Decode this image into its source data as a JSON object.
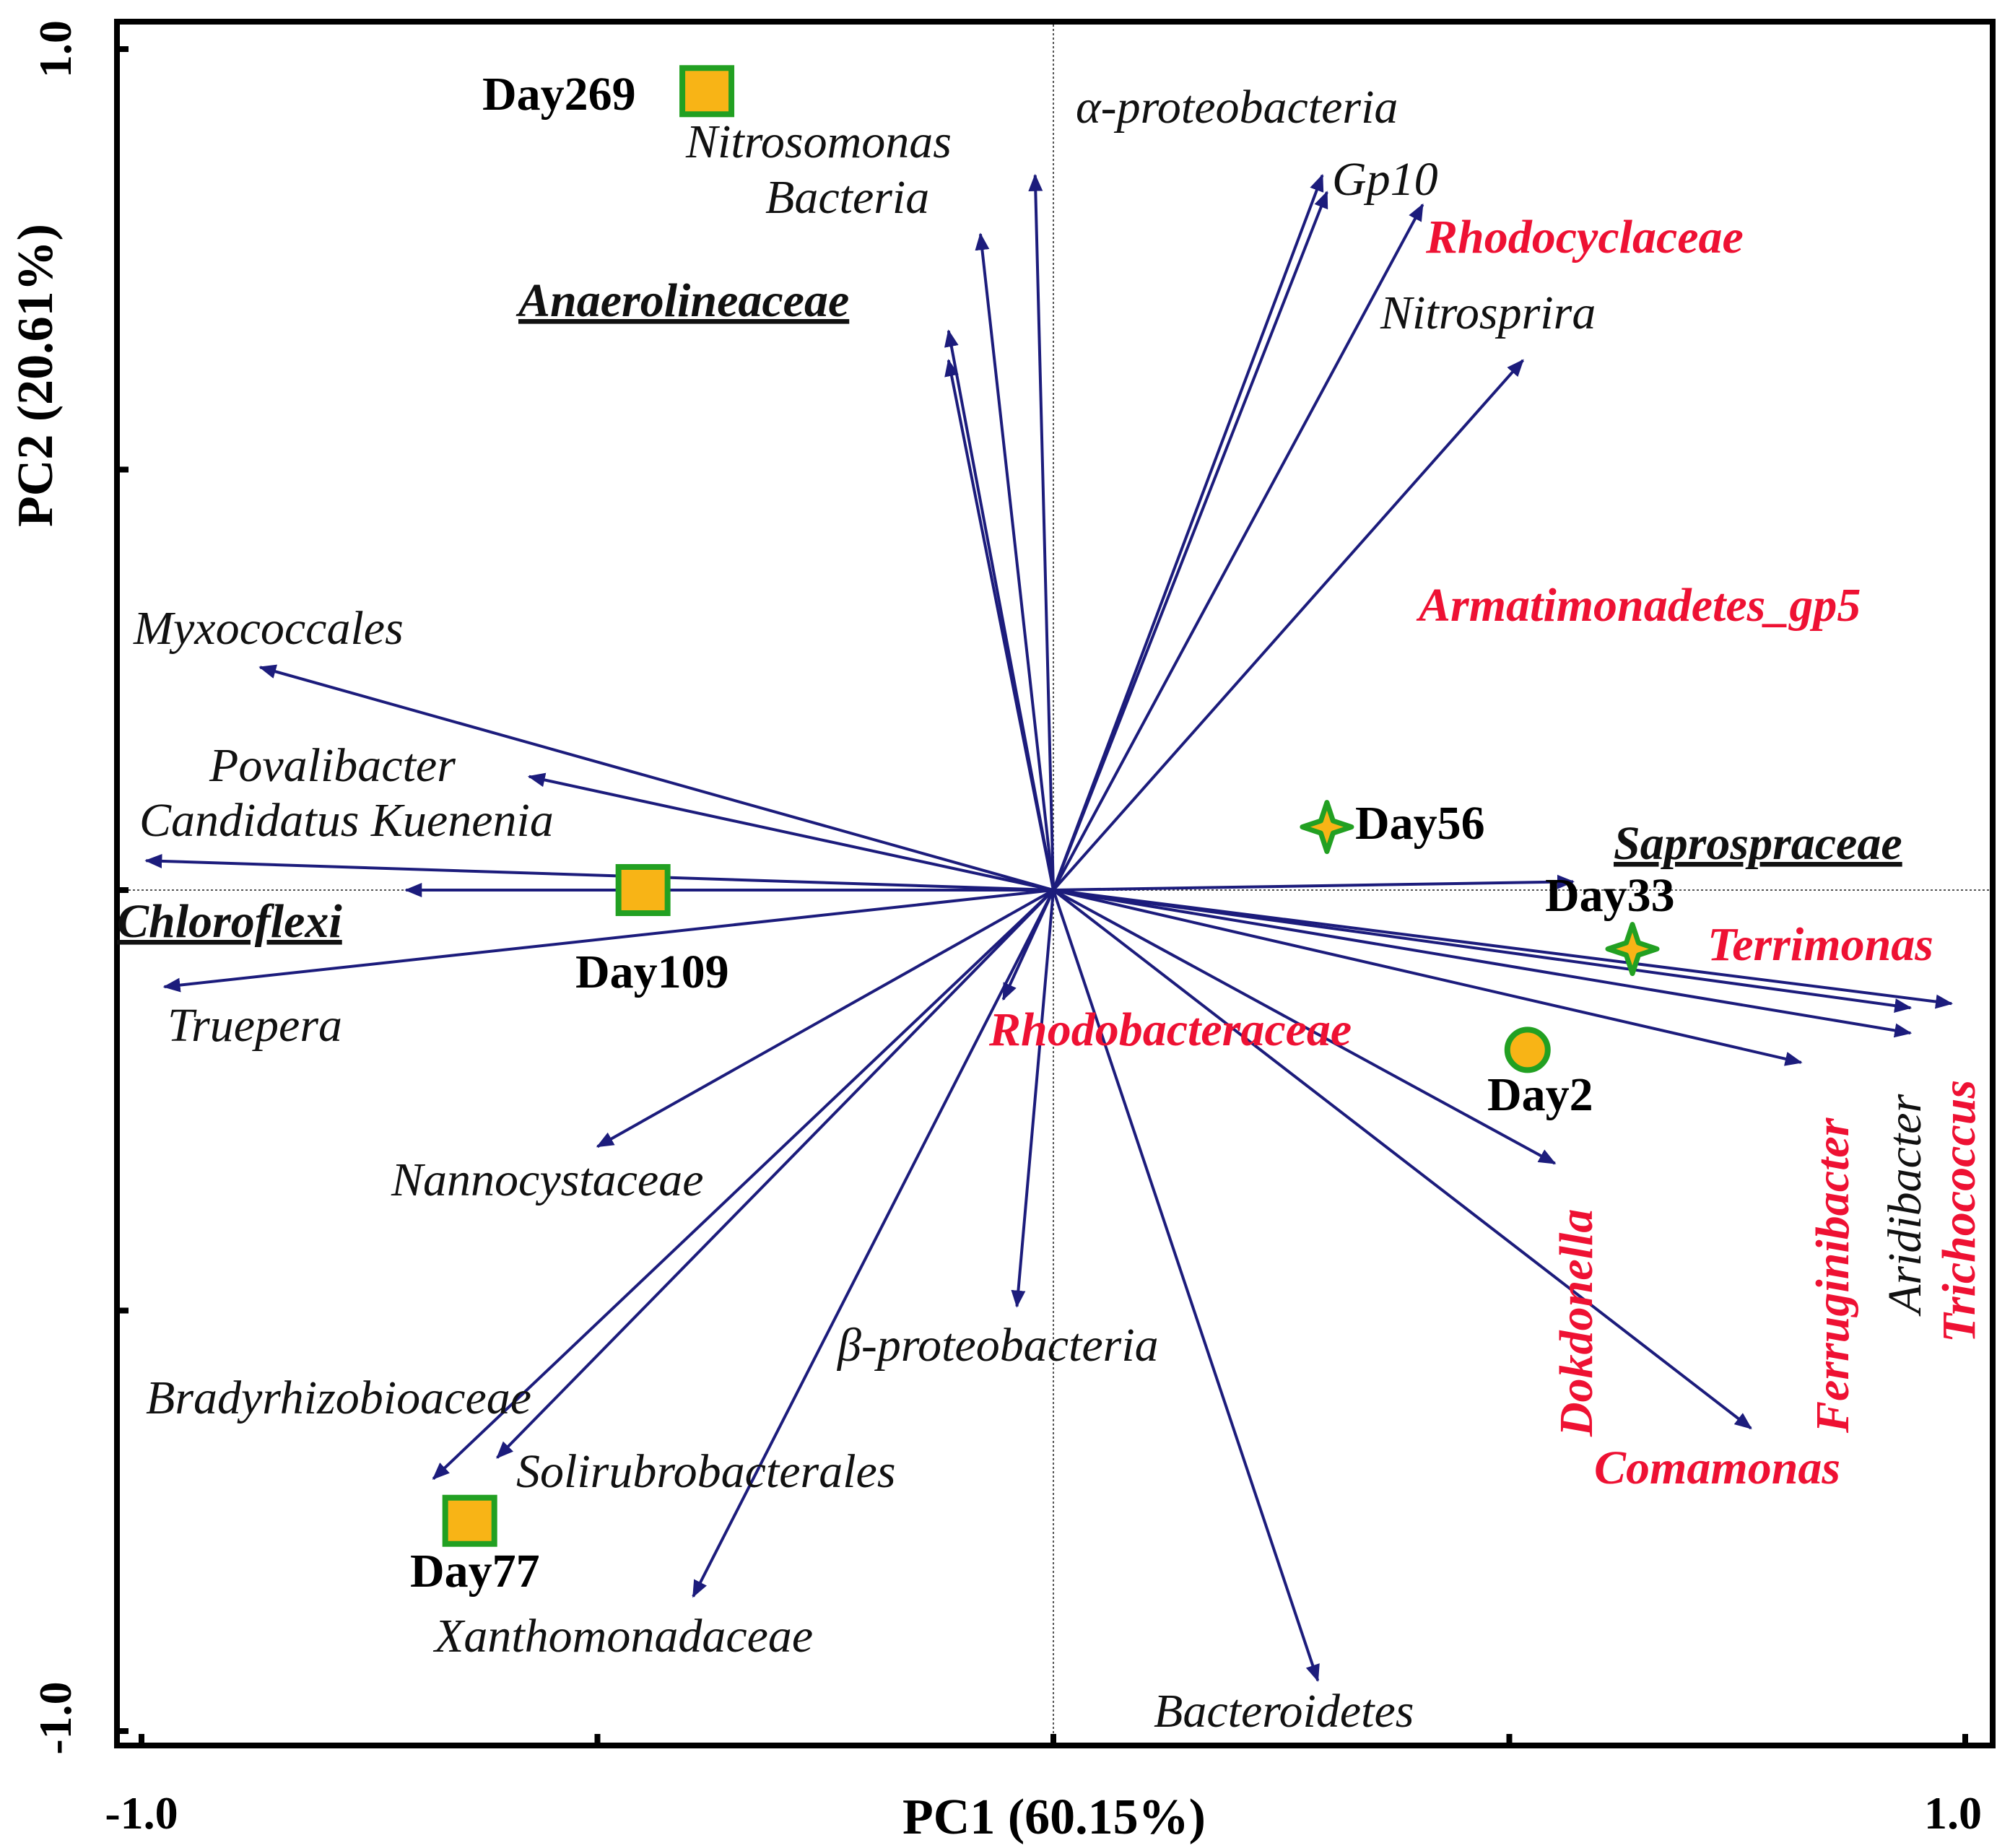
{
  "chart_data": {
    "type": "scatter",
    "subtype": "PCA biplot",
    "xlabel": "PC1 (60.15%)",
    "ylabel": "PC2 (20.61%)",
    "xlim": [
      -1.0,
      1.0
    ],
    "ylim": [
      -1.0,
      1.0
    ],
    "x_tick_labels": [
      "-1.0",
      "1.0"
    ],
    "y_tick_labels": [
      "1.0",
      "-1.0"
    ],
    "x_ticks": [
      -1.0,
      -0.5,
      0,
      0.5,
      1.0
    ],
    "y_ticks": [
      1.0,
      0.5,
      0,
      -0.5,
      -1.0
    ],
    "zero_lines": true,
    "colors": {
      "arrow": "#1c1c7c",
      "highlight_label": "#ee1133",
      "normal_label": "#111111",
      "marker_fill": "#f8b416",
      "marker_stroke": "#22a022",
      "frame": "#000000"
    },
    "samples": [
      {
        "name": "Day269",
        "x": -0.38,
        "y": 0.95,
        "marker": "square"
      },
      {
        "name": "Day109",
        "x": -0.45,
        "y": 0.0,
        "marker": "square"
      },
      {
        "name": "Day77",
        "x": -0.64,
        "y": -0.75,
        "marker": "square"
      },
      {
        "name": "Day56",
        "x": 0.3,
        "y": 0.075,
        "marker": "star"
      },
      {
        "name": "Day33",
        "x": 0.635,
        "y": -0.07,
        "marker": "star"
      },
      {
        "name": "Day2",
        "x": 0.52,
        "y": -0.19,
        "marker": "circle"
      }
    ],
    "loadings": [
      {
        "name": "α-proteobacteria",
        "x": -0.02,
        "y": 0.85,
        "highlight": false,
        "bold": false,
        "underline": false
      },
      {
        "name": "Nitrosomonas",
        "x": -0.08,
        "y": 0.78,
        "highlight": false,
        "bold": false,
        "underline": false
      },
      {
        "name": "Bacteria",
        "x": -0.115,
        "y": 0.665,
        "highlight": false,
        "bold": false,
        "underline": false
      },
      {
        "name": "Anaerolineaceae",
        "x": -0.115,
        "y": 0.63,
        "highlight": false,
        "bold": true,
        "underline": true
      },
      {
        "name": "Gp10",
        "x": 0.295,
        "y": 0.85,
        "highlight": false,
        "bold": false,
        "underline": false
      },
      {
        "name": "Rhodocyclaceae",
        "x": 0.3,
        "y": 0.83,
        "highlight": true,
        "bold": true,
        "underline": false
      },
      {
        "name": "Nitrosprira",
        "x": 0.405,
        "y": 0.815,
        "highlight": false,
        "bold": false,
        "underline": false
      },
      {
        "name": "Armatimonadetes_gp5",
        "x": 0.515,
        "y": 0.63,
        "highlight": true,
        "bold": true,
        "underline": false
      },
      {
        "name": "Myxococcales",
        "x": -0.87,
        "y": 0.265,
        "highlight": false,
        "bold": false,
        "underline": false
      },
      {
        "name": "Povalibacter",
        "x": -0.575,
        "y": 0.135,
        "highlight": false,
        "bold": false,
        "underline": false
      },
      {
        "name": "Candidatus Kuenenia",
        "x": -0.995,
        "y": 0.035,
        "highlight": false,
        "bold": false,
        "underline": false
      },
      {
        "name": "Chloroflexi",
        "x": -0.71,
        "y": 0.0,
        "highlight": false,
        "bold": true,
        "underline": true
      },
      {
        "name": "Truepera",
        "x": -0.975,
        "y": -0.115,
        "highlight": false,
        "bold": false,
        "underline": false
      },
      {
        "name": "Saprospraceae",
        "x": 0.57,
        "y": 0.01,
        "highlight": false,
        "bold": true,
        "underline": true
      },
      {
        "name": "Terrimonas",
        "x": 0.985,
        "y": -0.135,
        "highlight": true,
        "bold": true,
        "underline": false
      },
      {
        "name": "Aridibacter",
        "x": 0.94,
        "y": -0.14,
        "highlight": false,
        "bold": false,
        "underline": false
      },
      {
        "name": "Trichococcus",
        "x": 0.94,
        "y": -0.17,
        "highlight": true,
        "bold": true,
        "underline": false
      },
      {
        "name": "Ferruginibacter",
        "x": 0.82,
        "y": -0.205,
        "highlight": true,
        "bold": true,
        "underline": false
      },
      {
        "name": "Dokdonella",
        "x": 0.55,
        "y": -0.325,
        "highlight": true,
        "bold": true,
        "underline": false
      },
      {
        "name": "Comamonas",
        "x": 0.765,
        "y": -0.64,
        "highlight": true,
        "bold": true,
        "underline": false
      },
      {
        "name": "Rhodobacteraceae",
        "x": -0.055,
        "y": -0.13,
        "highlight": true,
        "bold": true,
        "underline": false
      },
      {
        "name": "Nannocystaceae",
        "x": -0.5,
        "y": -0.305,
        "highlight": false,
        "bold": false,
        "underline": false
      },
      {
        "name": "β-proteobacteria",
        "x": -0.04,
        "y": -0.495,
        "highlight": false,
        "bold": false,
        "underline": false
      },
      {
        "name": "Bradyrhizobioaceae",
        "x": -0.68,
        "y": -0.7,
        "highlight": false,
        "bold": false,
        "underline": false
      },
      {
        "name": "Solirubrobacterales",
        "x": -0.61,
        "y": -0.675,
        "highlight": false,
        "bold": false,
        "underline": false
      },
      {
        "name": "Xanthomonadaceae",
        "x": -0.395,
        "y": -0.84,
        "highlight": false,
        "bold": false,
        "underline": false
      },
      {
        "name": "Bacteroidetes",
        "x": 0.29,
        "y": -0.94,
        "highlight": false,
        "bold": false,
        "underline": false
      }
    ]
  }
}
